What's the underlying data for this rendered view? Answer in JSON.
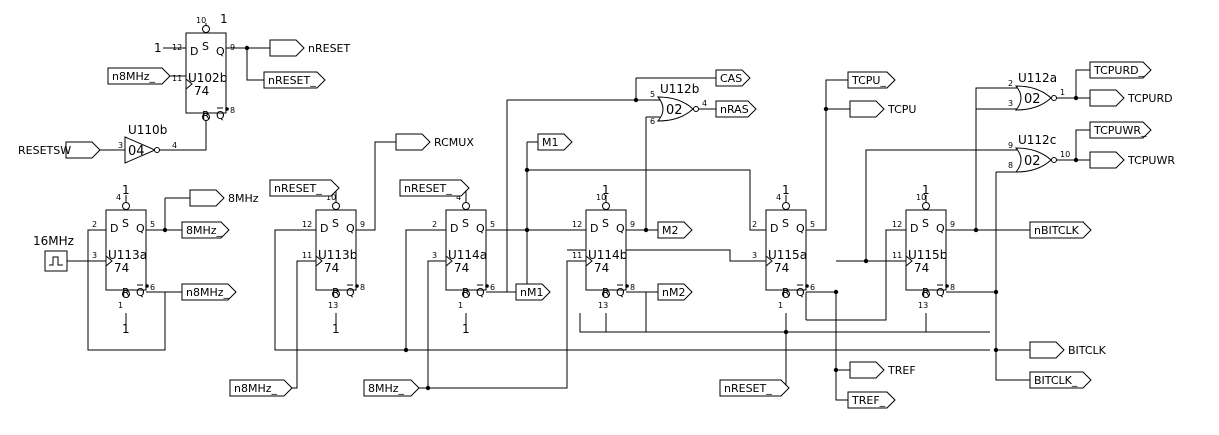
{
  "colors": {
    "line": "#000000",
    "background": "#ffffff"
  },
  "chips": [
    {
      "id": "u102b",
      "ref": "U102b",
      "fam": "74",
      "d": "12",
      "clk": "11",
      "s": "10",
      "r": "",
      "q": "9",
      "qn": "8",
      "s_in": "1",
      "d_in": "1",
      "clk_net": "n8MHz_",
      "q_net": "nRESET",
      "qn_net": ""
    },
    {
      "id": "u113a",
      "ref": "U113a",
      "fam": "74",
      "d": "2",
      "clk": "3",
      "s": "4",
      "r": "1",
      "q": "5",
      "qn": "6",
      "s_in": "1",
      "r_in": "1",
      "clk_net": "16MHz",
      "q_net": "8MHz",
      "qn_net": "n8MHz_"
    },
    {
      "id": "u113b",
      "ref": "U113b",
      "fam": "74",
      "d": "12",
      "clk": "11",
      "s": "10",
      "r": "13",
      "q": "9",
      "qn": "8",
      "s_in": "nRESET_",
      "r_in": "1",
      "clk_net": "n8MHz_",
      "q_net": "RCMUX",
      "qn_net": ""
    },
    {
      "id": "u114a",
      "ref": "U114a",
      "fam": "74",
      "d": "2",
      "clk": "3",
      "s": "4",
      "r": "1",
      "q": "5",
      "qn": "6",
      "s_in": "nRESET_",
      "r_in": "1",
      "clk_net": "8MHz_",
      "q_net": "M1",
      "qn_net": "nM1"
    },
    {
      "id": "u114b",
      "ref": "U114b",
      "fam": "74",
      "d": "12",
      "clk": "11",
      "s": "10",
      "r": "13",
      "q": "9",
      "qn": "8",
      "s_in": "1",
      "clk_net": "8MHz_",
      "q_net": "M2",
      "qn_net": "nM2"
    },
    {
      "id": "u115a",
      "ref": "U115a",
      "fam": "74",
      "d": "2",
      "clk": "3",
      "s": "4",
      "r": "1",
      "q": "5",
      "qn": "6",
      "s_in": "1",
      "r_in": "nRESET_",
      "q_net": "TCPU",
      "qn_net": "TREF"
    },
    {
      "id": "u115b",
      "ref": "U115b",
      "fam": "74",
      "d": "12",
      "clk": "11",
      "s": "10",
      "r": "13",
      "q": "9",
      "qn": "8",
      "s_in": "1",
      "q_net": "nBITCLK",
      "qn_net": "BITCLK"
    }
  ],
  "gates": [
    {
      "id": "u110b",
      "ref": "U110b",
      "type": "04",
      "in_pin": "3",
      "out_pin": "4",
      "in_net": "RESETSW"
    },
    {
      "id": "u112b",
      "ref": "U112b",
      "type": "02",
      "in_pins": [
        "5",
        "6"
      ],
      "out_pin": "4",
      "out_net": "nRAS"
    },
    {
      "id": "u112a",
      "ref": "U112a",
      "type": "02",
      "in_pins": [
        "2",
        "3"
      ],
      "out_pin": "1",
      "out_net": "TCPURD"
    },
    {
      "id": "u112c",
      "ref": "U112c",
      "type": "02",
      "in_pins": [
        "9",
        "8"
      ],
      "out_pin": "10",
      "out_net": "TCPUWR"
    }
  ],
  "ports": {
    "nreset_out": "nRESET",
    "nreset_bar_out": "nRESET_",
    "n8mhz_in_top": "n8MHz_",
    "resetsw": "RESETSW",
    "clk16_label": "16MHz",
    "o8mhz": "8MHz",
    "o8mhz_bar": "8MHz_",
    "on8mhz_bar": "n8MHz_",
    "rcmux": "RCMUX",
    "nreset_in_1": "nRESET_",
    "nreset_in_2": "nRESET_",
    "m1": "M1",
    "nm1": "nM1",
    "m2": "M2",
    "nm2": "nM2",
    "cas": "CAS",
    "nras": "nRAS",
    "tcpu_bar": "TCPU_",
    "tcpu": "TCPU",
    "tcpurd_bar": "TCPURD_",
    "tcpurd": "TCPURD",
    "tcpuwr_bar": "TCPUWR_",
    "tcpuwr": "TCPUWR",
    "nbitclk": "nBITCLK",
    "bitclk": "BITCLK",
    "bitclk_bar": "BITCLK_",
    "tref": "TREF",
    "tref_bar": "TREF_",
    "n8mhz_in_bottom": "n8MHz_",
    "i8mhz_bar_bottom": "8MHz_",
    "nreset_in_bottom": "nRESET_"
  },
  "constants": {
    "one": "1"
  }
}
